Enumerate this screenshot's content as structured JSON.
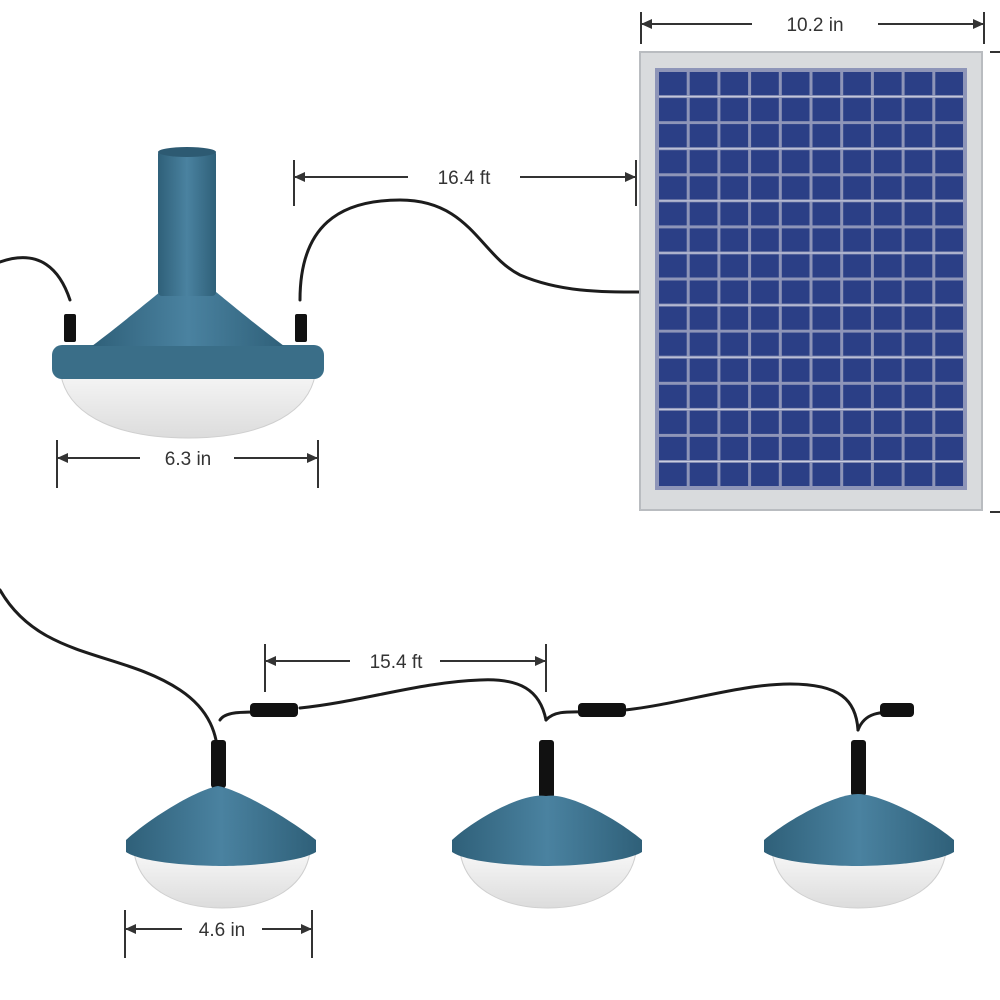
{
  "dimensions": {
    "panel_width": "10.2 in",
    "panel_cable": "16.4 ft",
    "main_lamp_width": "6.3 in",
    "chain_cable": "15.4 ft",
    "small_lamp_width": "4.6 in"
  },
  "colors": {
    "lamp_body": "#3a6e88",
    "lamp_body_dark": "#2d5a72",
    "lamp_body_light": "#4a82a0",
    "diffuser": "#f2f2f2",
    "panel_frame": "#d9dbdd",
    "panel_cell": "#2b3f86",
    "panel_gap": "#8e95b8",
    "cable": "#1c1c1c"
  }
}
